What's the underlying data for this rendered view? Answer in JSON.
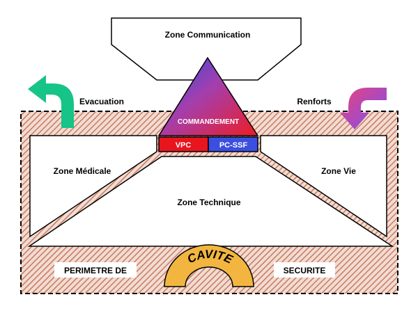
{
  "zones": {
    "communication": "Zone Communication",
    "medicale": "Zone Médicale",
    "technique": "Zone Technique",
    "vie": "Zone Vie"
  },
  "command": {
    "title": "COMMANDEMENT",
    "left_box": "VPC",
    "right_box": "PC-SSF"
  },
  "arrows": {
    "evacuation": "Evacuation",
    "renforts": "Renforts"
  },
  "perimeter": {
    "left": "PERIMETRE DE",
    "right": "SECURITE"
  },
  "cavite": "CAVITE",
  "colors": {
    "hatch": "#c97a5e",
    "vpc": "#e8141e",
    "pcssf": "#3a4fe0",
    "evacuation_arrow": "#16c487",
    "renforts_arrow_start": "#e8437c",
    "renforts_arrow_end": "#8a4ff0",
    "cavite_fill": "#f2b640"
  }
}
